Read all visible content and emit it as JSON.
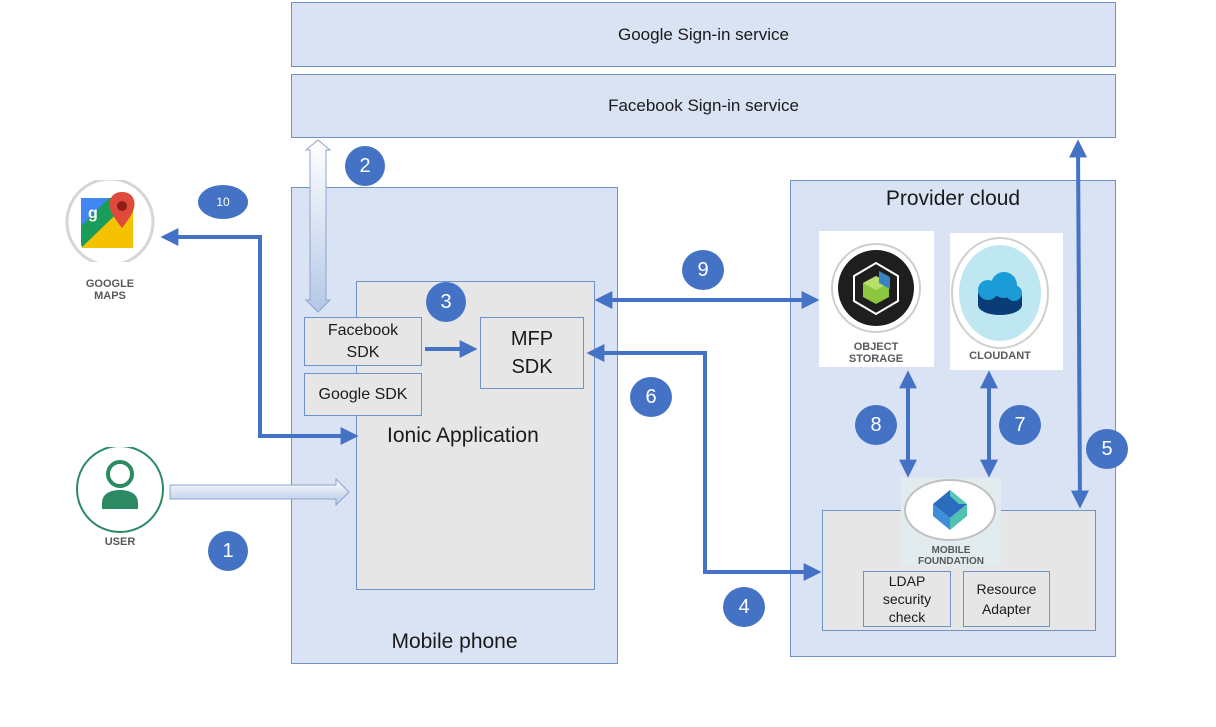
{
  "bands": {
    "google_signin": "Google Sign-in service",
    "facebook_signin": "Facebook  Sign-in service"
  },
  "mobile_phone": {
    "label": "Mobile phone",
    "app_label": "Ionic Application",
    "facebook_sdk": "Facebook SDK",
    "google_sdk": "Google SDK",
    "mfp_sdk": "MFP SDK"
  },
  "provider_cloud": {
    "label": "Provider cloud",
    "object_storage": "OBJECT STORAGE",
    "cloudant": "CLOUDANT",
    "mobile_foundation": "MOBILE FOUNDATION",
    "ldap": "LDAP security check",
    "resource_adapter": "Resource Adapter"
  },
  "actors": {
    "google_maps": "GOOGLE MAPS",
    "user": "USER"
  },
  "steps": [
    "1",
    "2",
    "3",
    "4",
    "5",
    "6",
    "7",
    "8",
    "9",
    "10"
  ],
  "colors": {
    "panel_fill": "#dae3f3",
    "panel_border": "#6f93c6",
    "box_fill": "#e6e6e6",
    "arrow": "#4472c4",
    "badge": "#4472c4"
  }
}
